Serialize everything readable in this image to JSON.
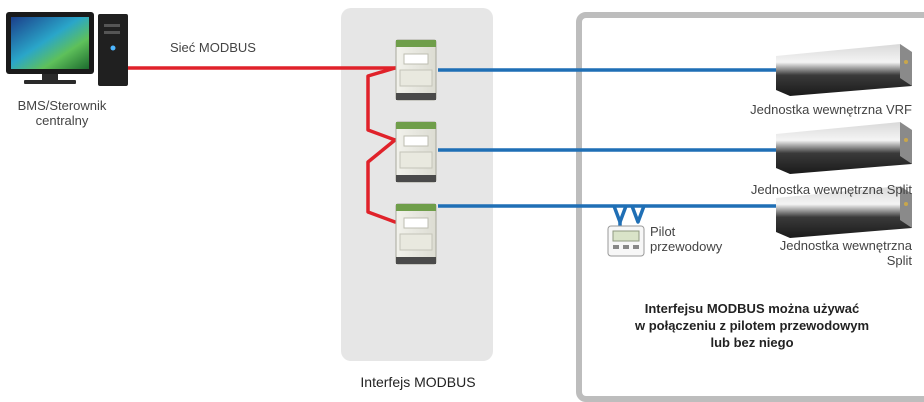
{
  "colors": {
    "modbus_line": "#e0222a",
    "indoor_line": "#1f6fb5",
    "panel_bg": "#e6e6e6",
    "frame": "#bdbdbd"
  },
  "bms": {
    "label_line1": "BMS/Sterownik",
    "label_line2": "centralny",
    "icon": "desktop-computer-icon"
  },
  "network": {
    "label": "Sieć MODBUS"
  },
  "interface": {
    "label": "Interfejs MODBUS",
    "icon": "din-rail-module-icon"
  },
  "indoor_units": [
    {
      "label": "Jednostka wewnętrzna VRF",
      "icon": "ducted-indoor-unit-icon"
    },
    {
      "label": "Jednostka wewnętrzna Split",
      "icon": "ducted-indoor-unit-icon"
    },
    {
      "label_line1": "Jednostka wewnętrzna",
      "label_line2": "Split",
      "icon": "ducted-indoor-unit-icon"
    }
  ],
  "remote": {
    "label_line1": "Pilot",
    "label_line2": "przewodowy",
    "icon": "wired-remote-controller-icon"
  },
  "note": {
    "line1": "Interfejsu MODBUS można używać",
    "line2": "w połączeniu z pilotem przewodowym",
    "line3": "lub bez niego"
  }
}
